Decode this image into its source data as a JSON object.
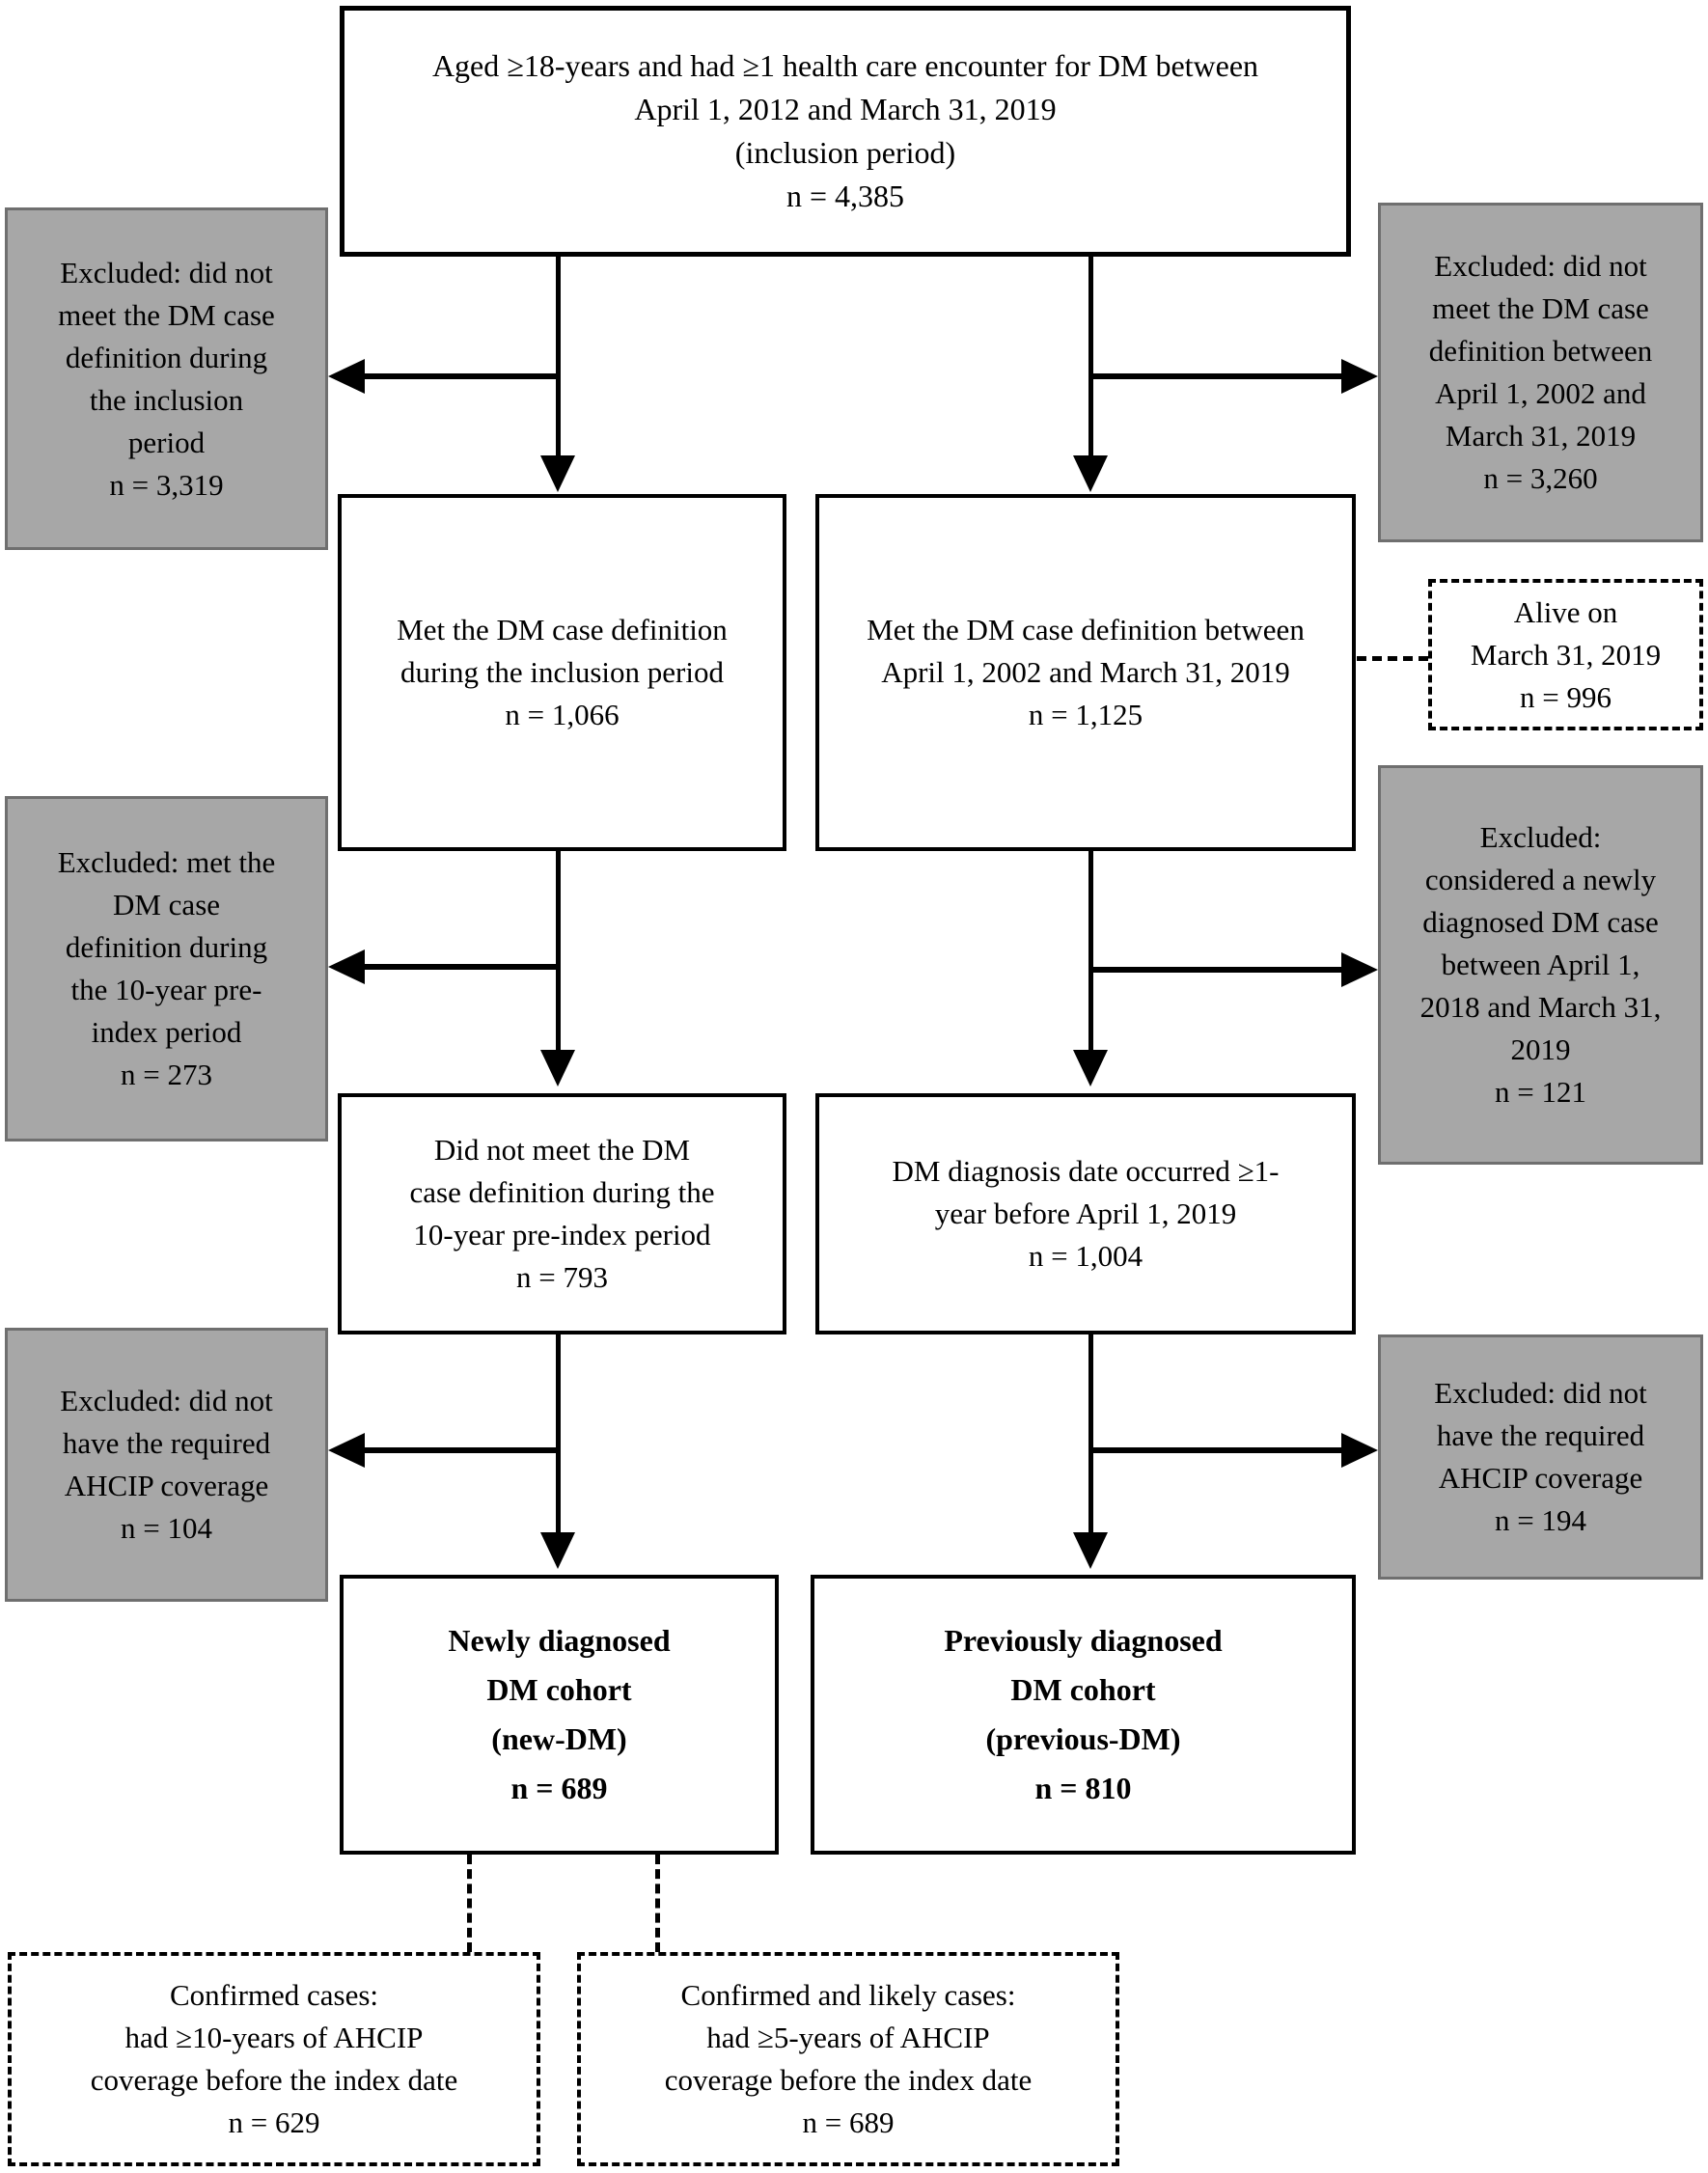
{
  "figure": {
    "kind": "patient-flow-diagram",
    "colors": {
      "excluded_fill": "#a7a7a7",
      "excluded_border": "#6f6f6f",
      "box_border": "#000000",
      "background": "#ffffff"
    }
  },
  "boxes": {
    "eligible": {
      "lines": [
        "Aged ≥18-years and had ≥1 health care encounter for DM between",
        "April 1, 2012 and March 31, 2019",
        "(inclusion period)",
        "n = 4,385"
      ]
    },
    "excluded_inclusion": {
      "lines": [
        "Excluded: did not",
        "meet the DM case",
        "definition during",
        "the inclusion",
        "period",
        "n = 3,319"
      ]
    },
    "excluded_2002": {
      "lines": [
        "Excluded: did not",
        "meet the DM case",
        "definition between",
        "April 1, 2002 and",
        "March 31, 2019",
        "n = 3,260"
      ]
    },
    "met_inclusion": {
      "lines": [
        "Met the DM case definition",
        "during the inclusion period",
        "n = 1,066"
      ]
    },
    "met_2002": {
      "lines": [
        "Met the DM case definition between",
        "April 1, 2002 and March 31, 2019",
        "n = 1,125"
      ]
    },
    "alive": {
      "lines": [
        "Alive on",
        "March 31, 2019",
        "n = 996"
      ]
    },
    "excluded_preindex": {
      "lines": [
        "Excluded: met the",
        "DM case",
        "definition during",
        "the 10-year pre-",
        "index period",
        "n = 273"
      ]
    },
    "excluded_newly_2018": {
      "lines": [
        "Excluded:",
        "considered a newly",
        "diagnosed DM case",
        "between April 1,",
        "2018 and March 31,",
        "2019",
        "n = 121"
      ]
    },
    "not_met_preindex": {
      "lines": [
        "Did not meet the DM",
        "case definition during the",
        "10-year pre-index period",
        "n = 793"
      ]
    },
    "dm_diagnosis": {
      "lines": [
        "DM diagnosis date occurred ≥1-",
        "year before April 1, 2019",
        "n = 1,004"
      ]
    },
    "excluded_ahcip_new": {
      "lines": [
        "Excluded: did not",
        "have the required",
        "AHCIP coverage",
        "n = 104"
      ]
    },
    "excluded_ahcip_prev": {
      "lines": [
        "Excluded: did not",
        "have the required",
        "AHCIP coverage",
        "n = 194"
      ]
    },
    "new_dm": {
      "lines": [
        "Newly diagnosed",
        "DM cohort",
        "(new-DM)",
        "n = 689"
      ]
    },
    "previous_dm": {
      "lines": [
        "Previously diagnosed",
        "DM cohort",
        "(previous-DM)",
        "n = 810"
      ]
    },
    "confirmed": {
      "lines": [
        "Confirmed cases:",
        "had ≥10-years of AHCIP",
        "coverage before the index date",
        "n = 629"
      ]
    },
    "confirmed_likely": {
      "lines": [
        "Confirmed and likely cases:",
        "had ≥5-years of AHCIP",
        "coverage before the index date",
        "n = 689"
      ]
    }
  }
}
